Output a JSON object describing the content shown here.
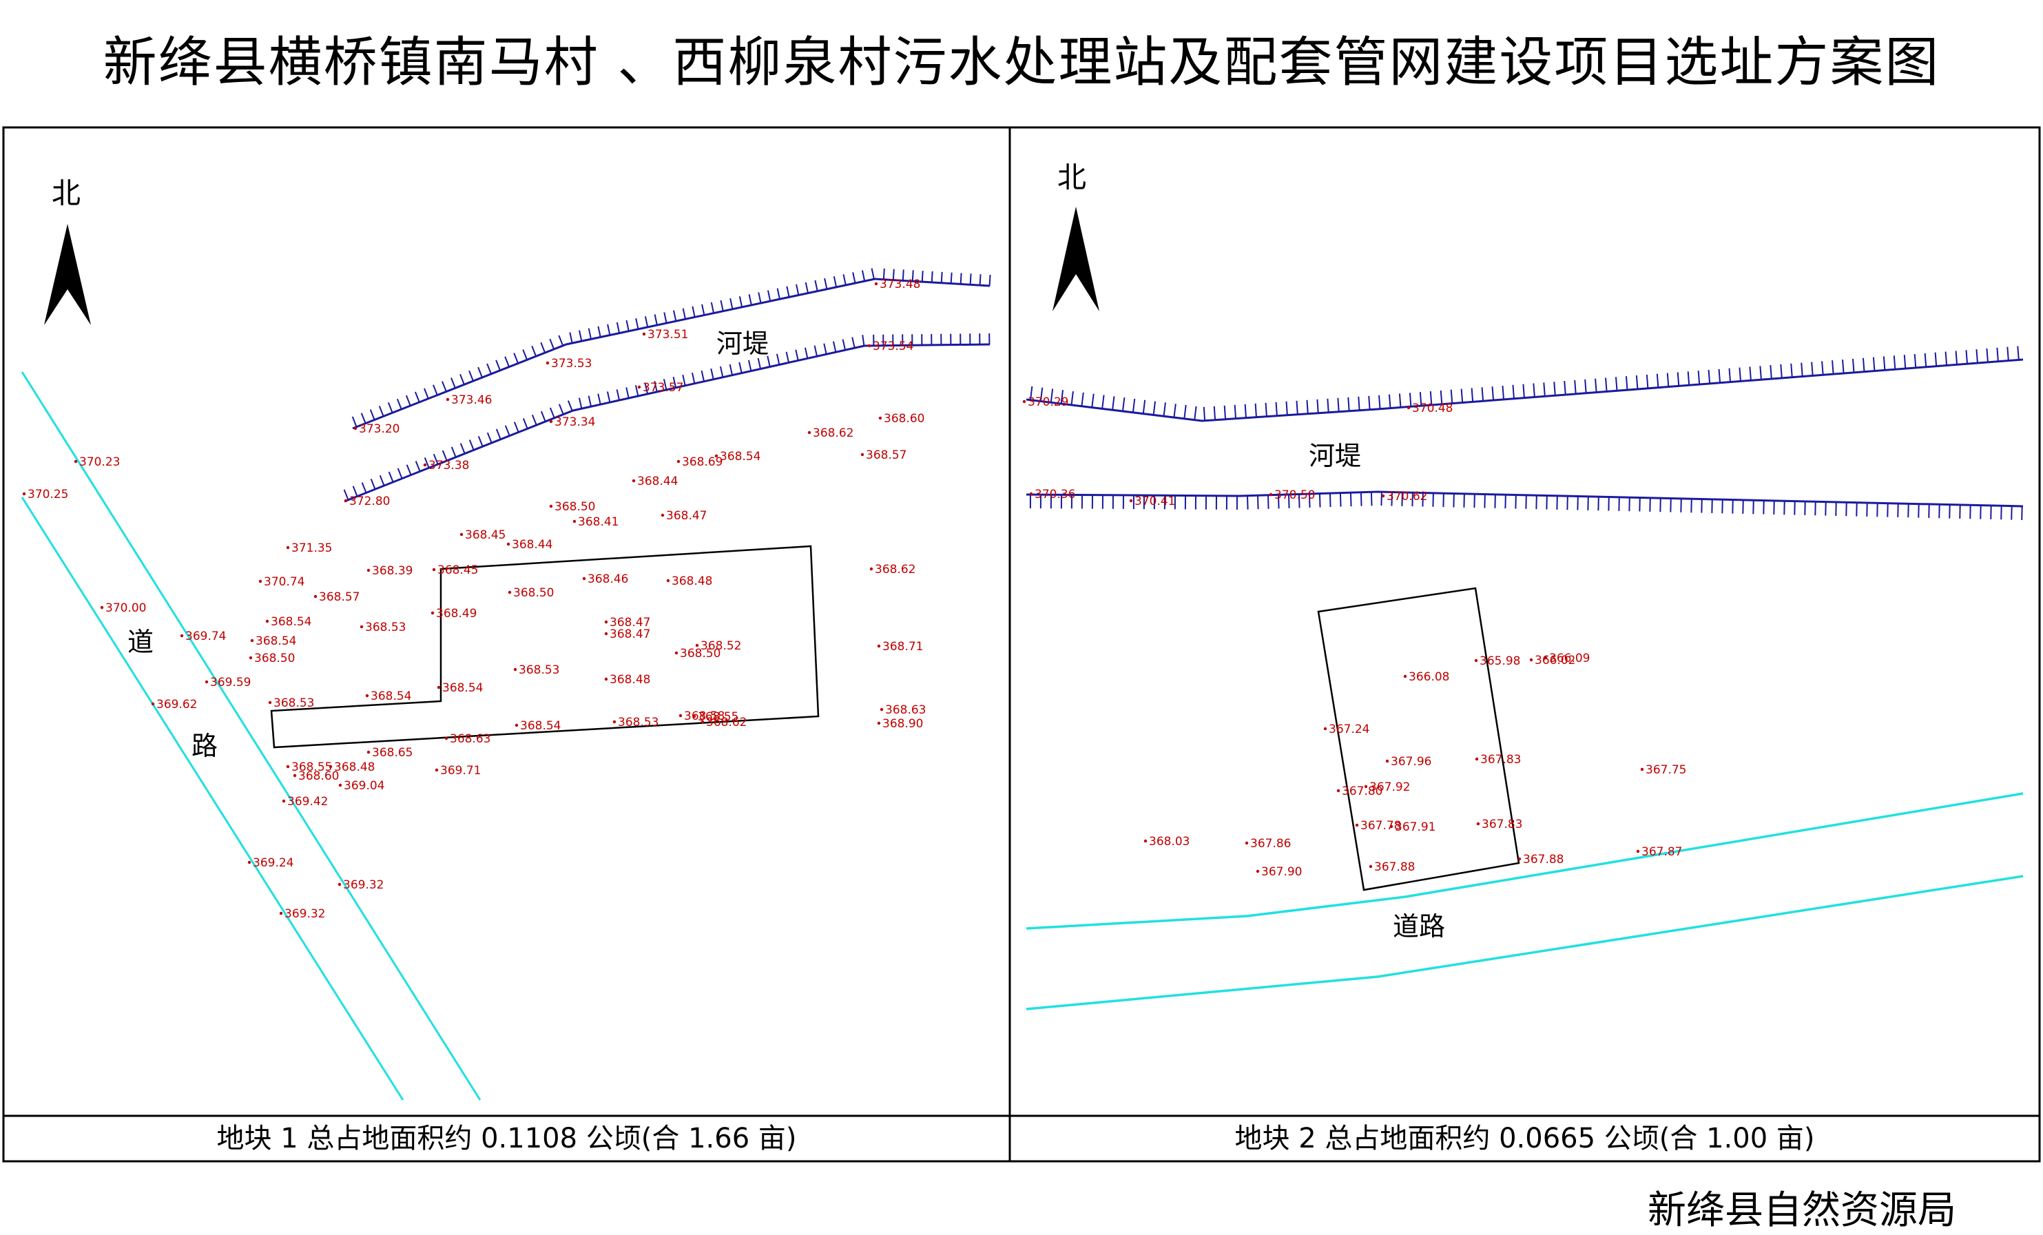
{
  "title": "新绛县横桥镇南马村 、西柳泉村污水处理站及配套管网建设项目选址方案图",
  "agency": "新绛县自然资源局",
  "colors": {
    "road": "#22e0e0",
    "embankment": "#1a1a9e",
    "point": "#c00000",
    "frame": "#000000"
  },
  "panels": [
    {
      "north_label": "北",
      "embankment_label": "河堤",
      "road_label_1": "道",
      "road_label_2": "路",
      "caption": "地块 1 总占地面积约 0.1108 公顷(合 1.66 亩)",
      "elevations": [
        "373.20",
        "373.46",
        "373.53",
        "373.51",
        "373.48",
        "372.80",
        "373.38",
        "373.34",
        "373.57",
        "373.54",
        "370.23",
        "370.25",
        "371.35",
        "370.74",
        "370.00",
        "369.74",
        "369.59",
        "369.62",
        "368.57",
        "368.54",
        "368.54",
        "368.50",
        "368.53",
        "368.39",
        "368.53",
        "368.54",
        "368.45",
        "368.44",
        "368.45",
        "368.49",
        "368.54",
        "368.50",
        "368.41",
        "368.50",
        "368.44",
        "368.46",
        "368.48",
        "368.47",
        "368.47",
        "368.53",
        "368.52",
        "368.50",
        "368.48",
        "368.55",
        "368.69",
        "368.54",
        "368.47",
        "368.62",
        "368.60",
        "368.57",
        "368.62",
        "368.71",
        "368.63",
        "368.90",
        "368.58",
        "368.62",
        "368.53",
        "368.54",
        "368.63",
        "368.65",
        "368.55",
        "368.48",
        "368.60",
        "369.04",
        "369.71",
        "369.42",
        "369.24",
        "369.32",
        "369.32"
      ]
    },
    {
      "north_label": "北",
      "embankment_label": "河堤",
      "road_label": "道路",
      "caption": "地块 2 总占地面积约 0.0665 公顷(合 1.00 亩)",
      "elevations": [
        "370.29",
        "370.48",
        "370.36",
        "370.41",
        "370.50",
        "370.62",
        "365.98",
        "366.02",
        "366.09",
        "366.08",
        "367.24",
        "367.96",
        "367.83",
        "367.80",
        "367.92",
        "367.75",
        "367.78",
        "367.91",
        "367.83",
        "368.03",
        "367.86",
        "367.90",
        "367.88",
        "367.88",
        "367.87"
      ]
    }
  ]
}
